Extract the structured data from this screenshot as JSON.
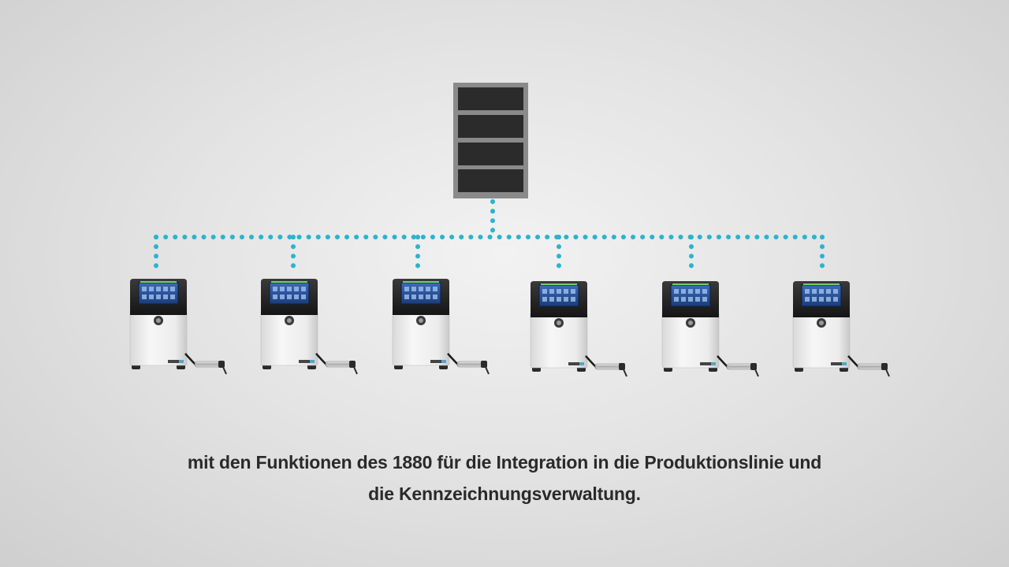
{
  "diagram": {
    "server": {
      "icon": "server-rack-icon",
      "slots": 4
    },
    "printers": [
      {
        "icon": "inkjet-printer-icon"
      },
      {
        "icon": "inkjet-printer-icon"
      },
      {
        "icon": "inkjet-printer-icon"
      },
      {
        "icon": "inkjet-printer-icon"
      },
      {
        "icon": "inkjet-printer-icon"
      },
      {
        "icon": "inkjet-printer-icon"
      }
    ],
    "connection_color": "#2bb3cf"
  },
  "caption": {
    "line1": "mit den Funktionen des 1880 für die Integration in die Produktionslinie und",
    "line2": "die Kennzeichnungsverwaltung."
  }
}
